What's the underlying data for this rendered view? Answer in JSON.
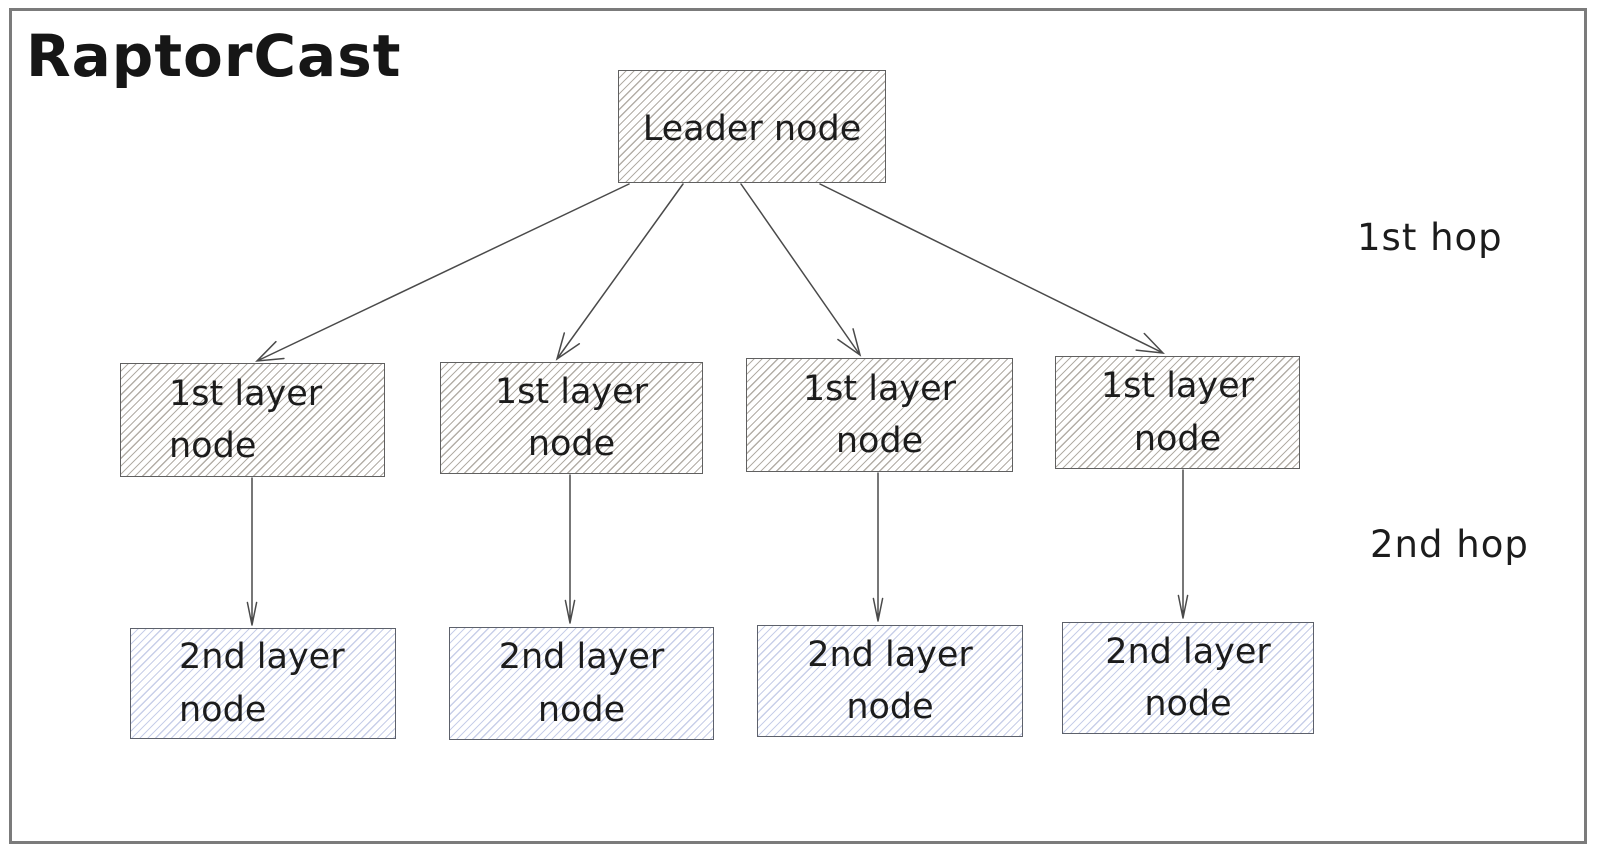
{
  "title": "RaptorCast",
  "diagram": {
    "leader": {
      "label": "Leader node"
    },
    "first_layer": [
      {
        "label": "1st layer node"
      },
      {
        "label": "1st layer node"
      },
      {
        "label": "1st layer node"
      },
      {
        "label": "1st layer node"
      }
    ],
    "second_layer": [
      {
        "label": "2nd layer node"
      },
      {
        "label": "2nd layer node"
      },
      {
        "label": "2nd layer node"
      },
      {
        "label": "2nd layer node"
      }
    ],
    "hop_labels": [
      {
        "label": "1st hop"
      },
      {
        "label": "2nd hop"
      }
    ]
  },
  "colors": {
    "background": "#ffffff",
    "frame_border": "#7b7b7b",
    "gray_node_hatch": "#b3aea7",
    "blue_node_hatch": "#c8cfe9",
    "node_border": "#606060",
    "arrow": "#4a4a4a",
    "text": "#1c1c1c"
  }
}
